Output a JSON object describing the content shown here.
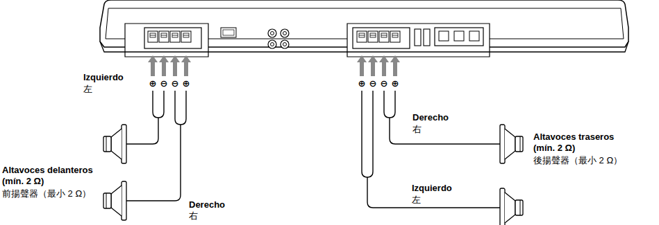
{
  "diagram": {
    "labels": [
      "⊕",
      "⊖",
      "⊖",
      "⊕",
      "Izquierdo",
      "左",
      "Altavoces delanteros (mín. 2 Ω)",
      "前揚聲器（最小 2 Ω）",
      "Derecho",
      "右",
      "⊕",
      "⊖",
      "⊖",
      "⊕",
      "Derecho",
      "右",
      "Altavoces traseros (mín. 2 Ω)",
      "後揚聲器（最小 2 Ω）",
      "Izquierdo",
      "左"
    ]
  }
}
